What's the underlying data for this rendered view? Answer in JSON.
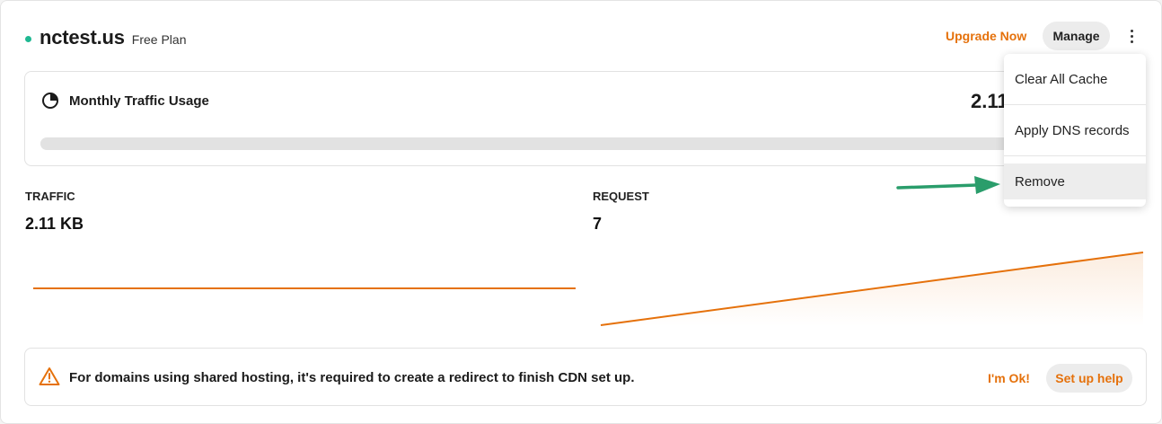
{
  "header": {
    "domain": "nctest.us",
    "plan": "Free Plan",
    "upgrade_label": "Upgrade Now",
    "manage_label": "Manage",
    "status_color": "#1fb892"
  },
  "traffic_usage": {
    "title": "Monthly Traffic Usage",
    "value_visible": "2.11",
    "icon": "pie-chart-icon"
  },
  "stats": {
    "traffic": {
      "label": "TRAFFIC",
      "value": "2.11 KB"
    },
    "request": {
      "label": "REQUEST",
      "value": "7"
    }
  },
  "dropdown": {
    "items": [
      {
        "label": "Clear All Cache"
      },
      {
        "label": "Apply DNS records"
      },
      {
        "label": "Remove",
        "highlighted": true
      }
    ]
  },
  "alert": {
    "icon": "warning-icon",
    "text": "For domains using shared hosting, it's required to create a redirect to finish CDN set up.",
    "ok_label": "I'm Ok!",
    "help_label": "Set up help"
  },
  "colors": {
    "accent": "#e5710b",
    "annotation_arrow": "#2a9d6b"
  }
}
